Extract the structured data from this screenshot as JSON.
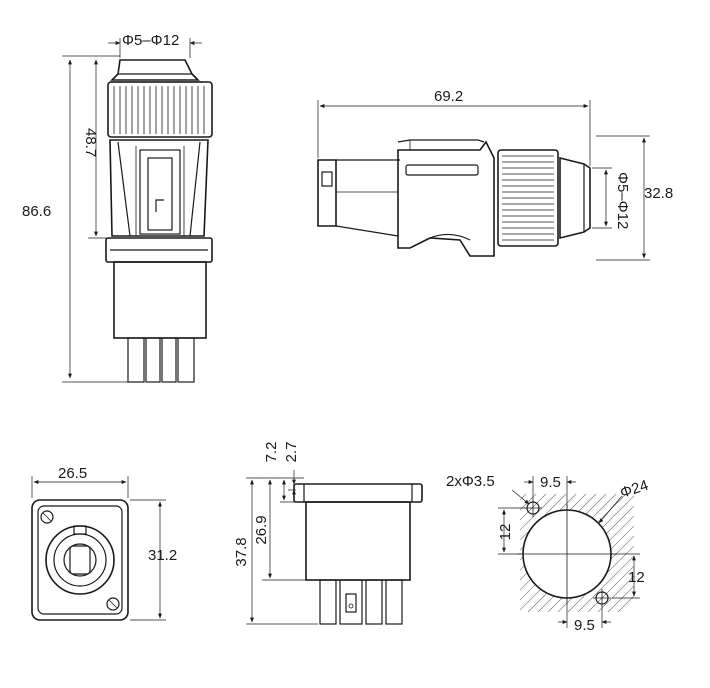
{
  "views": {
    "front": {
      "cable_diameter": "Φ5–Φ12",
      "cable_length": "48.7",
      "total_length": "86.6"
    },
    "side": {
      "length": "69.2",
      "height": "32.8",
      "cable_diameter": "Φ5–Φ12"
    },
    "flange_front": {
      "width": "26.5",
      "height": "31.2"
    },
    "flange_side": {
      "dim_a": "7.2",
      "dim_b": "2.7",
      "dim_c": "37.8",
      "dim_d": "26.9"
    },
    "panel_cutout": {
      "holes": "2xΦ3.5",
      "hole_spacing_top": "9.5",
      "cutout_diameter": "Φ24",
      "offset_left": "12",
      "offset_right": "12",
      "hole_spacing_bottom": "9.5"
    }
  }
}
